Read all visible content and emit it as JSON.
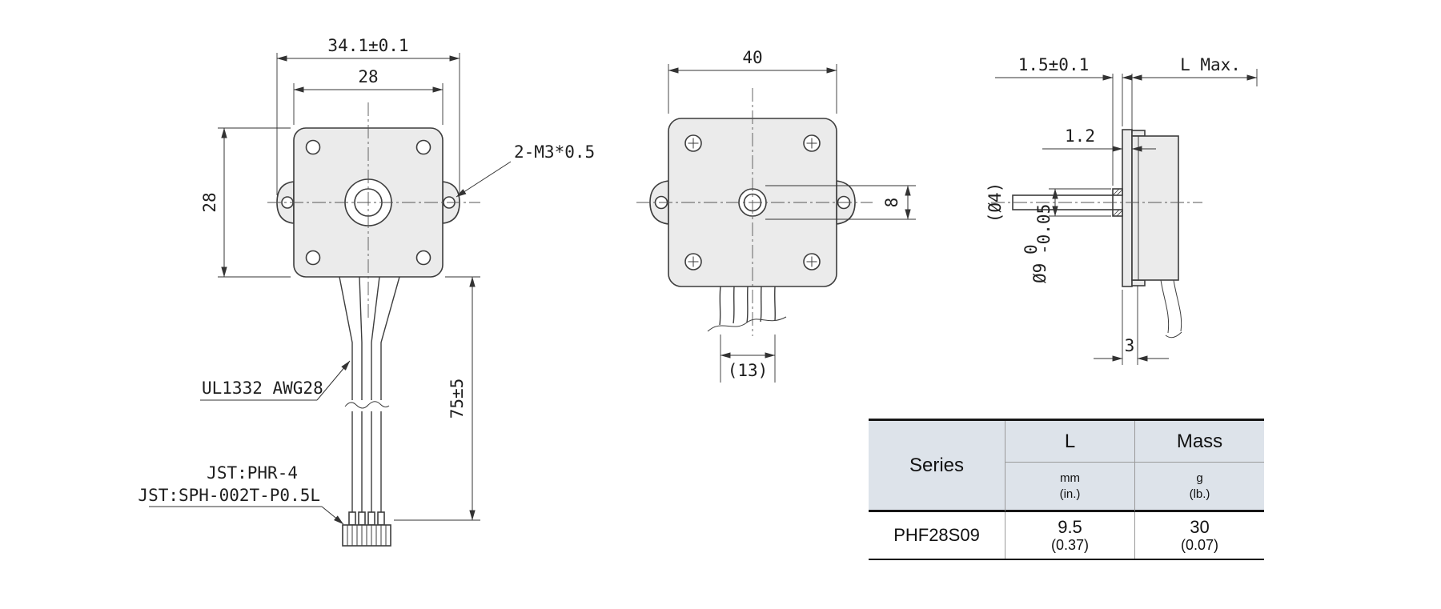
{
  "drawing": {
    "front_view": {
      "dim_overall_width": "34.1±0.1",
      "dim_face_width": "28",
      "dim_face_height": "28",
      "thread_callout": "2-M3*0.5",
      "lead_wire_callout": "UL1332 AWG28",
      "connector_callout_line1": "JST:PHR-4",
      "connector_callout_line2": "JST:SPH-002T-P0.5L",
      "dim_lead_length": "75±5"
    },
    "rear_view": {
      "dim_face_width": "40",
      "dim_exit_height": "8",
      "dim_cable_width": "(13)"
    },
    "side_view": {
      "dim_pilot_length": "1.5±0.1",
      "dim_motor_length": "L Max.",
      "dim_flange_thickness": "1.2",
      "dim_shaft_dia": "(Ø4)",
      "dim_pilot_dia": "Ø9",
      "tol_upper": "0",
      "tol_lower": "-0.05",
      "dim_pilot_offset": "3"
    }
  },
  "spec_table": {
    "header_series": "Series",
    "header_l": "L",
    "header_mass": "Mass",
    "unit_l_line1": "mm",
    "unit_l_line2": "(in.)",
    "unit_mass_line1": "g",
    "unit_mass_line2": "(lb.)",
    "rows": [
      {
        "series": "PHF28S09",
        "l_value": "9.5",
        "l_value_in": "(0.37)",
        "mass_value": "30",
        "mass_value_lb": "(0.07)"
      }
    ]
  }
}
